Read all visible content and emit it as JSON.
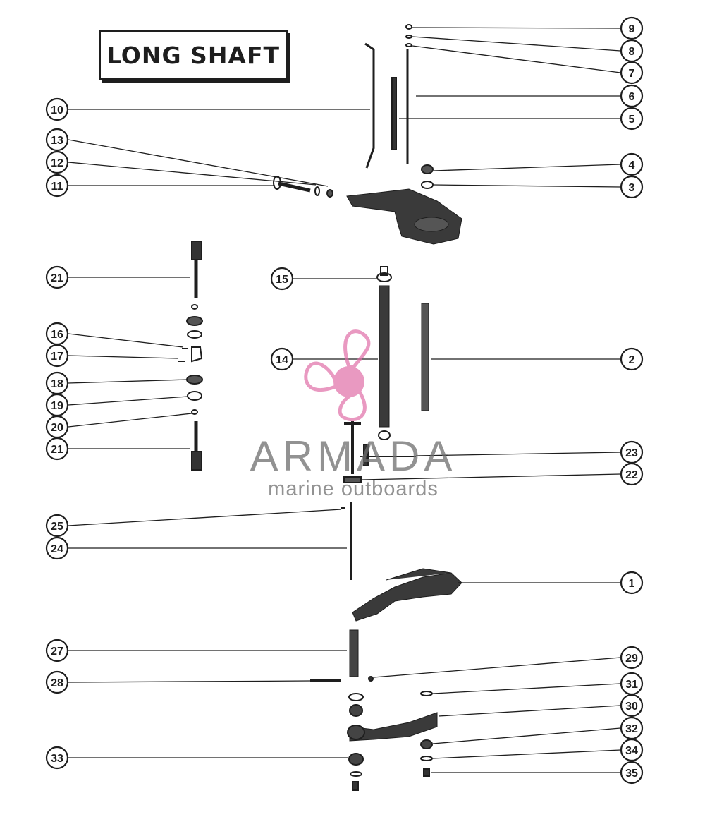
{
  "title": "LONG SHAFT",
  "callouts": [
    "1",
    "2",
    "3",
    "4",
    "5",
    "6",
    "7",
    "8",
    "9",
    "10",
    "11",
    "12",
    "13",
    "14",
    "15",
    "16",
    "17",
    "18",
    "19",
    "20",
    "21",
    "21",
    "22",
    "23",
    "24",
    "25",
    "27",
    "28",
    "29",
    "30",
    "31",
    "32",
    "33",
    "34",
    "35"
  ],
  "watermark": {
    "brand": "ARMADA",
    "tagline": "marine outboards",
    "logo_color": "#e06ea8",
    "text_color": "#6e6e6e"
  },
  "colors": {
    "ink": "#1e1e1e",
    "paper": "#ffffff"
  }
}
